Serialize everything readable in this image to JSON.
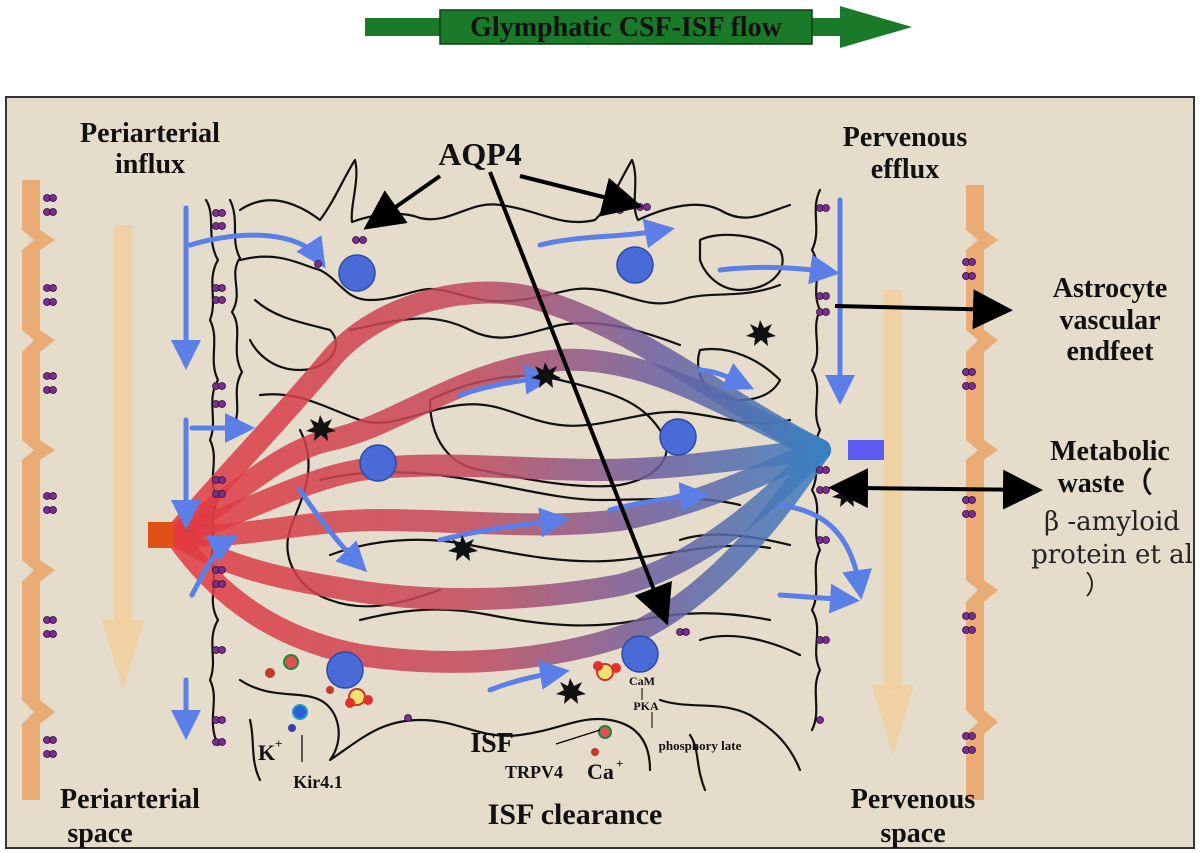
{
  "title": "Glymphatic CSF-ISF flow",
  "labels": {
    "periarterial_influx": [
      "Periarterial",
      "influx"
    ],
    "aqp4": "AQP4",
    "pervenous_efflux": [
      "Pervenous",
      "efflux"
    ],
    "astrocyte_endfeet": [
      "Astrocyte",
      "vascular",
      "endfeet"
    ],
    "metabolic_waste": [
      "Metabolic",
      "waste（"
    ],
    "amyloid": [
      "β -amyloid",
      "protein et al",
      "）"
    ],
    "periarterial_space": [
      "Periarterial",
      "space"
    ],
    "isf_clearance": "ISF clearance",
    "pervenous_space": [
      "Pervenous",
      "space"
    ],
    "isf": "ISF",
    "k_ion": "K",
    "k_sup": "+",
    "kir": "Kir4.1",
    "trpv4": "TRPV4",
    "ca_ion": "Ca",
    "ca_sup": "+",
    "cam": "CaM",
    "pka": "PKA",
    "phosphorylate": "phosphory late"
  },
  "colors": {
    "background_panel": "#e6dccb",
    "title_arrow": "#1a7a2a",
    "orange_vessel": "#e9a66a",
    "flow_blue": "#5b7fe6",
    "nucleus_blue": "#4a6ad8",
    "aqp4_purple": "#7a2f8f",
    "arterial_red": "#d8434b",
    "venous_blue": "#3a6ab8"
  }
}
